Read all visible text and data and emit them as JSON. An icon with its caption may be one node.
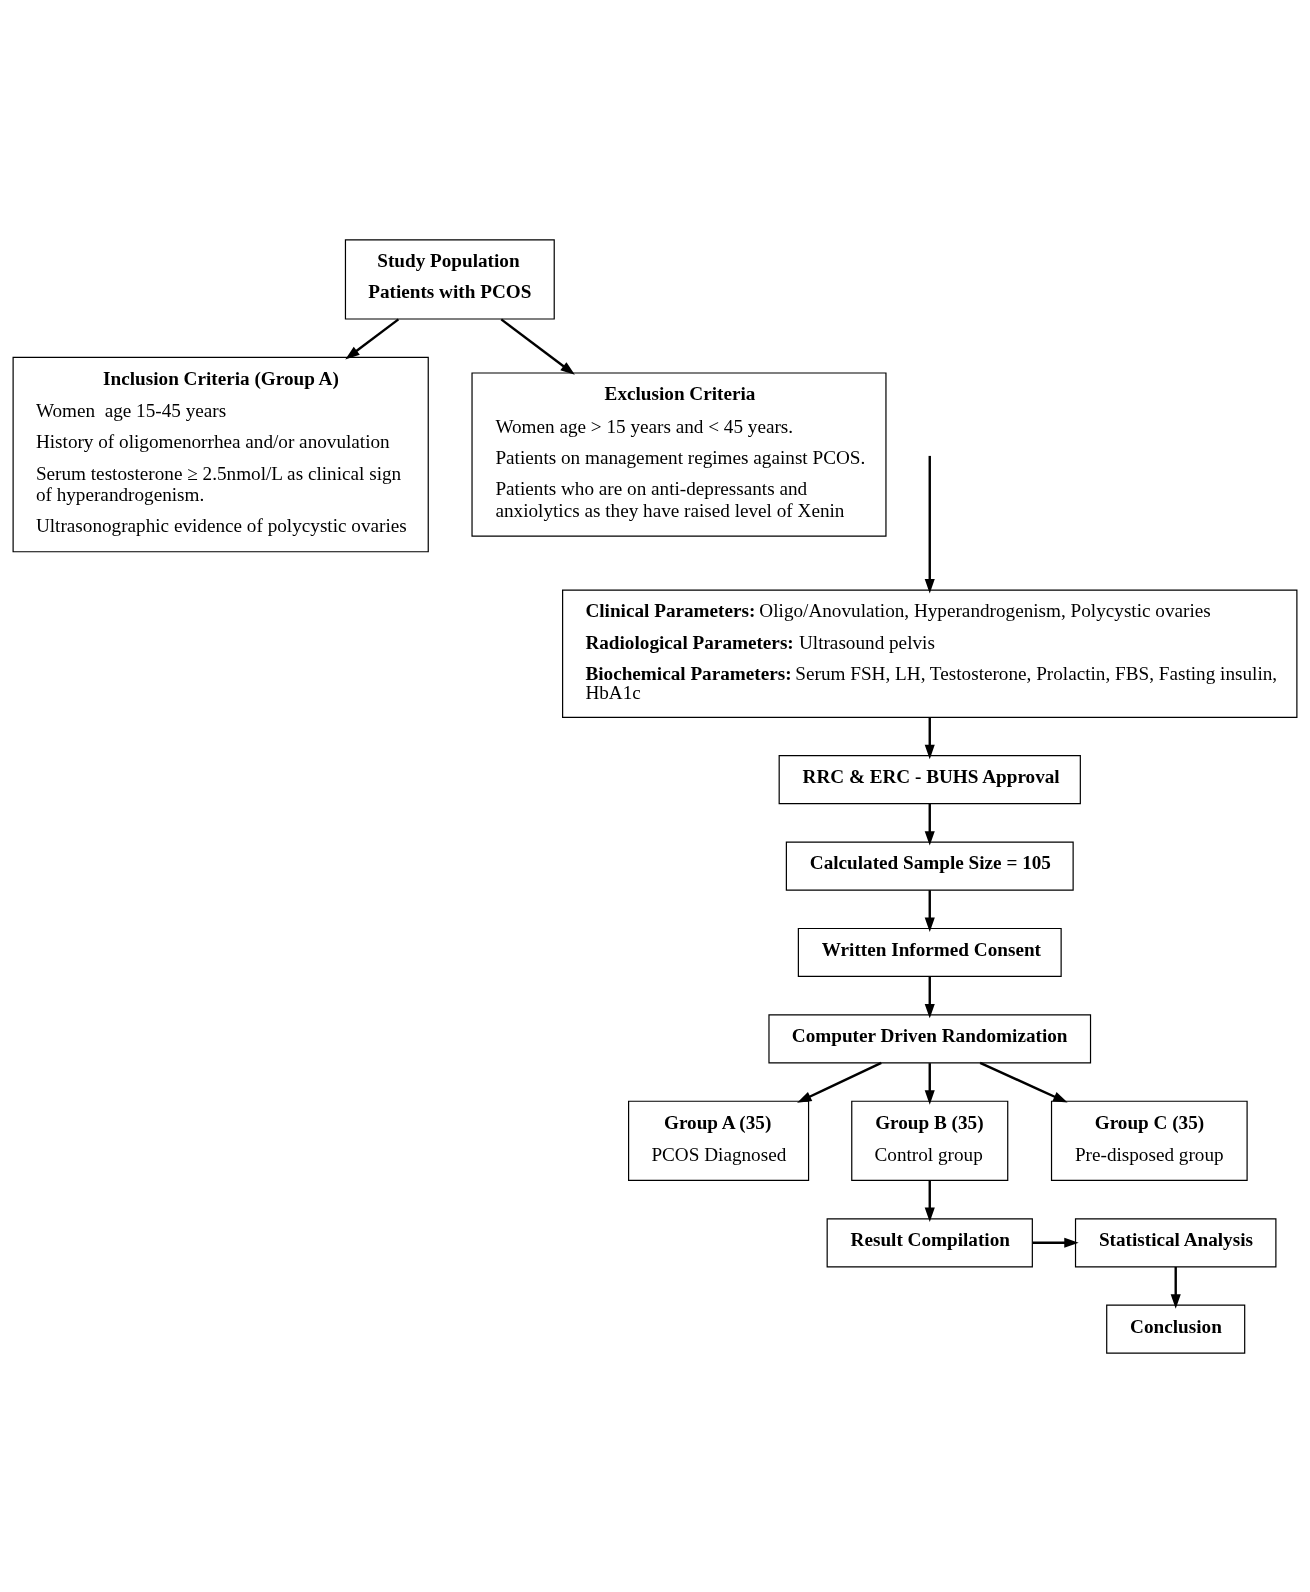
{
  "diagram": {
    "nodes": [
      {
        "text": [
          "Study Population",
          "Patients with PCOS"
        ]
      },
      {
        "text": [
          "Inclusion Criteria (Group A)",
          "Women  age 15-45 years",
          "History of oligomenorrhea and/or anovulation",
          "Serum testosterone ≥ 2.5nmol/L as clinical sign of hyperandrogenism.",
          "Ultrasonographic evidence of polycystic ovaries"
        ]
      },
      {
        "text": [
          "Exclusion Criteria",
          "Women age > 15 years and < 45 years.",
          "Patients on management regimes against PCOS.",
          "Patients who are on anti-depressants and anxiolytics as they have raised level of Xenin"
        ]
      },
      {
        "text": [
          "**Clinical Parameters:** Oligo/Anovulation, Hyperandrogenism, Polycystic ovaries",
          "**Radiological Parameters:** Ultrasound pelvis",
          "**Biochemical Parameters:** Serum FSH, LH, Testosterone, Prolactin, FBS, Fasting insulin, HbA1c"
        ]
      },
      {
        "text": [
          "RRC & ERC - BUHS Approval"
        ]
      },
      {
        "text": [
          "Calculated Sample Size = 105"
        ]
      },
      {
        "text": [
          "Written Informed Consent"
        ]
      },
      {
        "text": [
          "Computer Driven Randomization"
        ]
      },
      {
        "text": [
          "Group A (35)",
          "PCOS Diagnosed"
        ]
      },
      {
        "text": [
          "Group B (35)",
          "Control group"
        ]
      },
      {
        "text": [
          "Group C (35)",
          "Pre-disposed group"
        ]
      },
      {
        "text": [
          "Result Compilation"
        ]
      },
      {
        "text": [
          "Statistical Analysis"
        ]
      },
      {
        "text": [
          "Conclusion"
        ]
      }
    ],
    "edges": [
      {
        "from": 0,
        "to": 1,
        "arrow": "to"
      },
      {
        "from": 0,
        "to": 2,
        "arrow": "to"
      },
      {
        "from": null,
        "to": 3,
        "arrow": "to"
      },
      {
        "from": 3,
        "to": 4,
        "arrow": "to"
      },
      {
        "from": 4,
        "to": 5,
        "arrow": "to"
      },
      {
        "from": 5,
        "to": 6,
        "arrow": "to"
      },
      {
        "from": 6,
        "to": 7,
        "arrow": "to"
      },
      {
        "from": 7,
        "to": 8,
        "arrow": "to"
      },
      {
        "from": 7,
        "to": 9,
        "arrow": "to"
      },
      {
        "from": 7,
        "to": 10,
        "arrow": "to"
      },
      {
        "from": 9,
        "to": 11,
        "arrow": "to"
      },
      {
        "from": 11,
        "to": 12,
        "arrow": "to"
      },
      {
        "from": 12,
        "to": 13,
        "arrow": "to"
      }
    ]
  }
}
